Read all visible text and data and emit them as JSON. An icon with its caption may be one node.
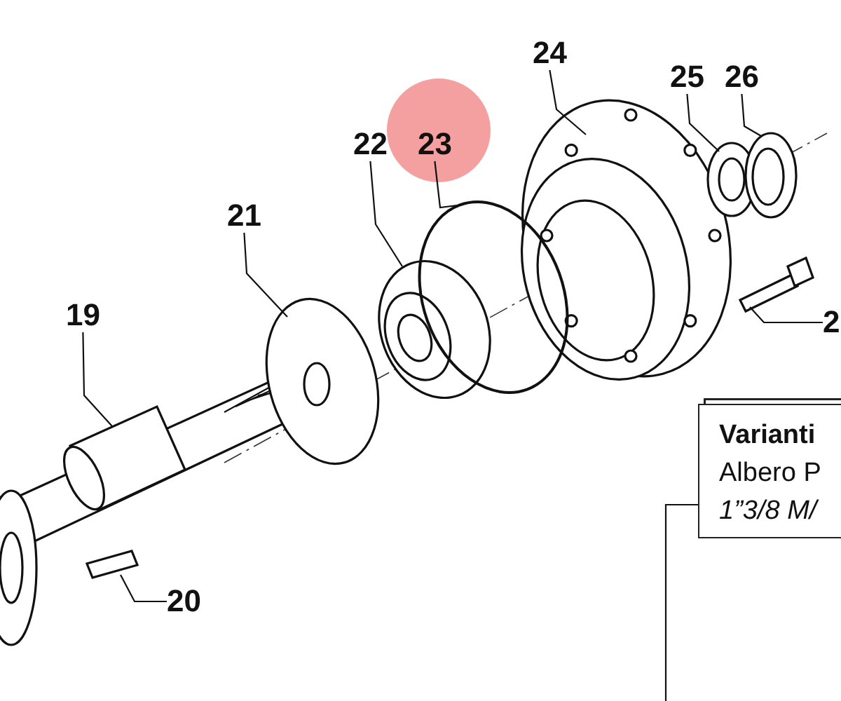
{
  "diagram": {
    "nodes": [
      {
        "text": [
          "24"
        ]
      },
      {
        "text": [
          "25"
        ]
      },
      {
        "text": [
          "26"
        ]
      },
      {
        "text": [
          "22"
        ]
      },
      {
        "text": [
          "23"
        ]
      },
      {
        "text": [
          "21"
        ]
      },
      {
        "text": [
          "2"
        ]
      },
      {
        "text": [
          "19"
        ]
      },
      {
        "text": [
          "Varianti",
          "Albero P",
          "1”3/8 M/"
        ]
      },
      {
        "text": [
          "20"
        ]
      },
      {
        "text": [],
        "shape": "picture"
      },
      {
        "text": [],
        "shape": "picture"
      },
      {
        "text": [],
        "shape": "picture"
      },
      {
        "text": [],
        "shape": "picture"
      },
      {
        "text": [],
        "shape": "picture"
      },
      {
        "text": [],
        "shape": "picture"
      },
      {
        "text": [],
        "shape": "picture"
      },
      {
        "text": [],
        "shape": "picture"
      },
      {
        "text": [],
        "shape": "picture"
      }
    ],
    "edges": [
      {
        "from": 0,
        "to": 10,
        "arrow": "none"
      },
      {
        "from": 1,
        "to": 11,
        "arrow": "none"
      },
      {
        "from": 2,
        "to": 12,
        "arrow": "none"
      },
      {
        "from": 3,
        "to": 13,
        "arrow": "none"
      },
      {
        "from": 4,
        "to": 14,
        "arrow": "none"
      },
      {
        "from": 5,
        "to": 15,
        "arrow": "none"
      },
      {
        "from": 6,
        "to": 16,
        "arrow": "none"
      },
      {
        "from": 7,
        "to": 17,
        "arrow": "none"
      },
      {
        "from": 8,
        "to": null,
        "arrow": "none"
      },
      {
        "from": 9,
        "to": 18,
        "arrow": "none"
      }
    ]
  }
}
